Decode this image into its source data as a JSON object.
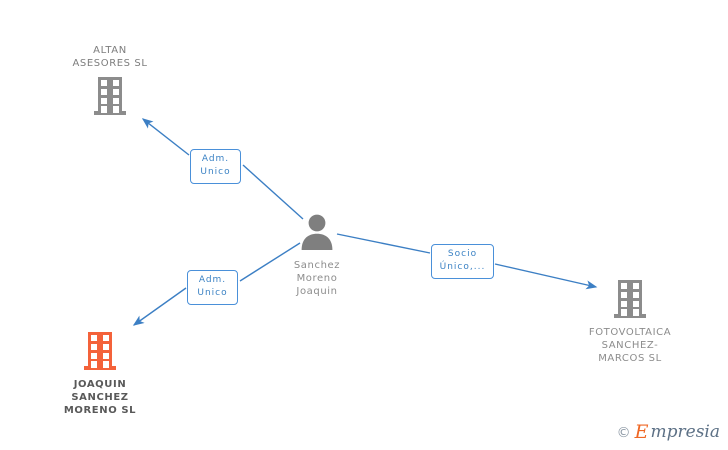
{
  "diagram": {
    "type": "corporate-relations-graph",
    "background_color": "#ffffff",
    "edge_color": "#3c7fc4",
    "nodes": [
      {
        "id": "altan",
        "kind": "company",
        "icon": "building-icon",
        "icon_color": "#8c8c8c",
        "label": "ALTAN\nASESORES SL",
        "label_position": "above"
      },
      {
        "id": "person",
        "kind": "person",
        "icon": "person-icon",
        "icon_color": "#8c8c8c",
        "label": "Sanchez\nMoreno\nJoaquin",
        "label_position": "below"
      },
      {
        "id": "joaquin",
        "kind": "company",
        "icon": "building-icon",
        "icon_color": "#f4623a",
        "label": "JOAQUIN\nSANCHEZ\nMORENO SL",
        "label_position": "below"
      },
      {
        "id": "fotovoltaica",
        "kind": "company",
        "icon": "building-icon",
        "icon_color": "#8c8c8c",
        "label": "FOTOVOLTAICA\nSANCHEZ-\nMARCOS SL",
        "label_position": "below"
      }
    ],
    "edges": [
      {
        "id": "edge-altan",
        "from": "person",
        "to": "altan",
        "label": "Adm.\nUnico",
        "arrow": "to"
      },
      {
        "id": "edge-joaquin",
        "from": "person",
        "to": "joaquin",
        "label": "Adm.\nUnico",
        "arrow": "to"
      },
      {
        "id": "edge-fotovoltaica",
        "from": "person",
        "to": "fotovoltaica",
        "label": "Socio\nÚnico,...",
        "arrow": "to"
      }
    ]
  },
  "watermark": {
    "copyright": "©",
    "brand_initial": "E",
    "brand_rest": "mpresia"
  }
}
